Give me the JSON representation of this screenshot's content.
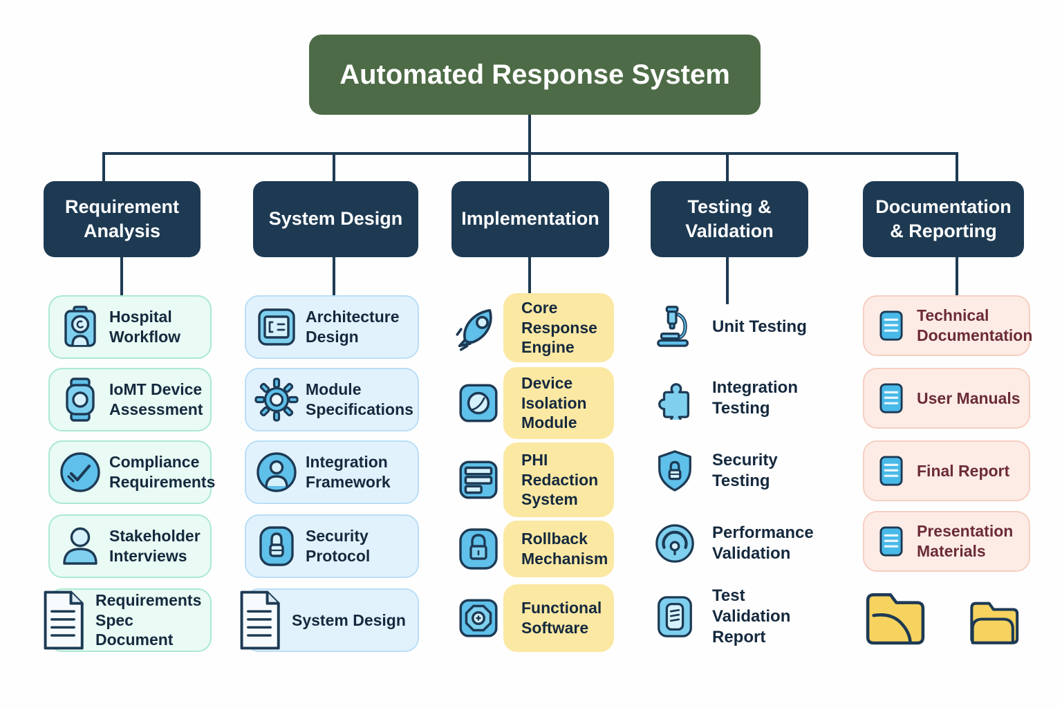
{
  "title": "Automated Response System",
  "columns": [
    {
      "label": "Requirement Analysis",
      "items": [
        {
          "label": "Hospital Workflow",
          "icon": "id-badge-icon"
        },
        {
          "label": "IoMT Device Assessment",
          "icon": "smartwatch-icon"
        },
        {
          "label": "Compliance Requirements",
          "icon": "check-circle-icon"
        },
        {
          "label": "Stakeholder Interviews",
          "icon": "person-icon"
        },
        {
          "label": "Requirements Spec Document",
          "icon": "document-icon"
        }
      ]
    },
    {
      "label": "System Design",
      "items": [
        {
          "label": "Architecture Design",
          "icon": "layout-icon"
        },
        {
          "label": "Module Specifications",
          "icon": "gear-icon"
        },
        {
          "label": "Integration Framework",
          "icon": "user-circle-icon"
        },
        {
          "label": "Security Protocol",
          "icon": "lock-icon"
        },
        {
          "label": "System Design",
          "icon": "document-icon"
        }
      ]
    },
    {
      "label": "Implementation",
      "items": [
        {
          "label": "Core Response Engine",
          "icon": "rocket-icon"
        },
        {
          "label": "Device Isolation Module",
          "icon": "isolation-circle-icon"
        },
        {
          "label": "PHI Redaction System",
          "icon": "redaction-list-icon"
        },
        {
          "label": "Rollback Mechanism",
          "icon": "padlock-icon"
        },
        {
          "label": "Functional Software",
          "icon": "nut-gear-icon"
        }
      ]
    },
    {
      "label": "Testing & Validation",
      "items": [
        {
          "label": "Unit Testing",
          "icon": "microscope-icon"
        },
        {
          "label": "Integration Testing",
          "icon": "puzzle-icon"
        },
        {
          "label": "Security Testing",
          "icon": "shield-lock-icon"
        },
        {
          "label": "Performance Validation",
          "icon": "gauge-icon"
        },
        {
          "label": "Test Validation Report",
          "icon": "report-icon"
        }
      ]
    },
    {
      "label": "Documentation & Reporting",
      "items": [
        {
          "label": "Technical Documentation",
          "icon": "blue-doc-icon"
        },
        {
          "label": "User Manuals",
          "icon": "blue-doc-icon"
        },
        {
          "label": "Final Report",
          "icon": "blue-doc-icon"
        },
        {
          "label": "Presentation Materials",
          "icon": "blue-doc-icon"
        }
      ],
      "folder_icons": [
        "open-folder-icon",
        "closed-folder-icon"
      ]
    }
  ],
  "colors": {
    "page_bg": "#fefefe",
    "root_bg": "#4d6b46",
    "branch_bg": "#1e3a53",
    "connector": "#1e3a53",
    "mint_bg": "#e9fbf4",
    "mint_border": "#abe9d2",
    "sky_bg": "#e2f2fd",
    "sky_border": "#b9def6",
    "yellow_bg": "#fbe8a3",
    "rose_bg": "#fdece5",
    "rose_border": "#f6cfc2",
    "icon_blue": "#5fc0ea",
    "icon_blue2": "#7fd0ef",
    "icon_pale": "#d6f1fb",
    "icon_navy": "#1d3a54",
    "doc_blue": "#49b9e8",
    "folder_yellow": "#f6d35f",
    "text_dark": "#15293e",
    "text_maroon": "#6b2b38"
  }
}
